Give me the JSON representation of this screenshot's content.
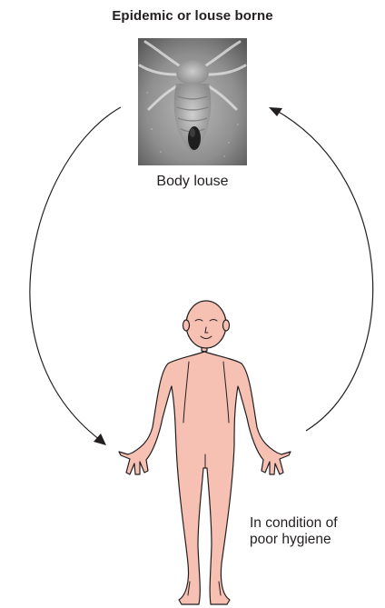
{
  "title": "Epidemic or louse borne",
  "vector": {
    "label": "Body louse",
    "image": "body-louse-photo"
  },
  "host": {
    "label_line1": "In condition of",
    "label_line2": "poor hygiene",
    "image": "human-figure"
  },
  "colors": {
    "skin": "#f6c0b3",
    "outline": "#231f20",
    "photo_bg": "#9a9a9a"
  }
}
